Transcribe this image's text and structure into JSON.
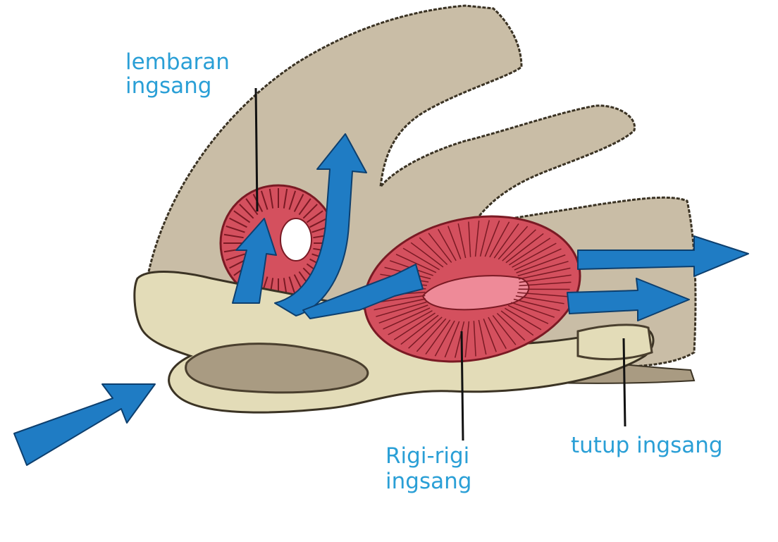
{
  "labels": {
    "gill_filaments": [
      "lembaran",
      "ingsang"
    ],
    "gill_rakers": [
      "Rigi-rigi",
      "ingsang"
    ],
    "operculum": "tutup ingsang"
  },
  "colors": {
    "label_text": "#2a9fd6",
    "arrow": "#1f7cc4",
    "arrow_stroke": "#0d3f6e",
    "tissue": "#c9bda6",
    "tissue_dark": "#a99b82",
    "jaw": "#e3dcb8",
    "gill_red": "#d4505e",
    "gill_stroke": "#7a1a24",
    "leader_line": "#111111"
  }
}
